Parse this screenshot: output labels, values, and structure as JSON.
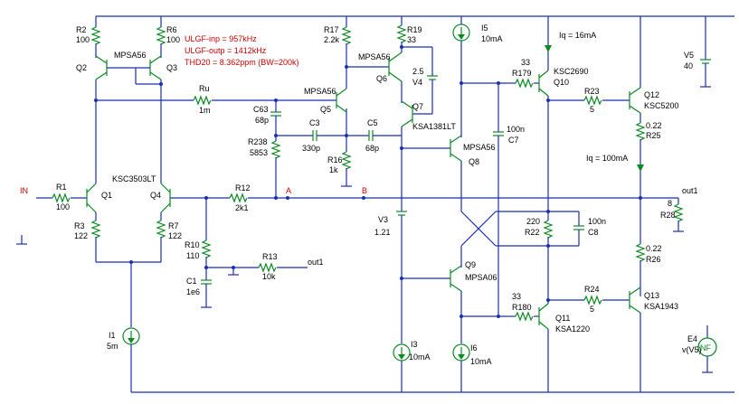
{
  "annotations": {
    "line1": "ULGF-inp = 957kHz",
    "line2": "ULGF-outp = 1412kHz",
    "line3": "THD20 = 8.362ppm (BW=200k)"
  },
  "nets": {
    "in": "IN",
    "a": "A",
    "b": "B",
    "out1_right": "out1",
    "out1_left": "out1"
  },
  "parts": {
    "R2": {
      "name": "R2",
      "value": "100"
    },
    "R6": {
      "name": "R6",
      "value": "100"
    },
    "Q2": {
      "name": "Q2"
    },
    "Q3": {
      "name": "Q3"
    },
    "Q2Q3_type": "MPSA56",
    "Ru": {
      "name": "Ru",
      "value": "1m"
    },
    "R17": {
      "name": "R17",
      "value": "2.2k"
    },
    "R19": {
      "name": "R19",
      "value": "33"
    },
    "I5": {
      "name": "I5",
      "value": "10mA"
    },
    "Iq16": "Iq = 16mA",
    "V5": {
      "name": "V5",
      "value": "40"
    },
    "Q6": {
      "name": "Q6",
      "type": "MPSA56"
    },
    "V4": {
      "name": "V4",
      "value": "2.5"
    },
    "Q5": {
      "name": "Q5",
      "type": "MPSA56"
    },
    "Q7": {
      "name": "Q7",
      "type": "KSA1381LT"
    },
    "C63": {
      "name": "C63",
      "value": "68p"
    },
    "R238": {
      "name": "R238",
      "value": "5853"
    },
    "C3": {
      "name": "C3",
      "value": "330p"
    },
    "C5": {
      "name": "C5",
      "value": "68p"
    },
    "R16": {
      "name": "R16",
      "value": "1k"
    },
    "Q8": {
      "name": "Q8",
      "type": "MPSA56"
    },
    "R179": {
      "name": "R179",
      "value": "33"
    },
    "Q10": {
      "name": "Q10",
      "type": "KSC2690"
    },
    "C7": {
      "name": "C7",
      "value": "100n"
    },
    "R23": {
      "name": "R23",
      "value": "5"
    },
    "Q12": {
      "name": "Q12",
      "type": "KSC5200"
    },
    "R25": {
      "name": "R25",
      "value": "0.22"
    },
    "Iq100": "Iq = 100mA",
    "R1": {
      "name": "R1",
      "value": "100"
    },
    "Q1": {
      "name": "Q1"
    },
    "Q1Q4_type": "KSC3503LT",
    "Q4": {
      "name": "Q4"
    },
    "R12": {
      "name": "R12",
      "value": "2k1"
    },
    "R28": {
      "name": "R28",
      "value": "8"
    },
    "R3": {
      "name": "R3",
      "value": "122"
    },
    "R7": {
      "name": "R7",
      "value": "122"
    },
    "V3": {
      "name": "V3",
      "value": "1.21"
    },
    "R22": {
      "name": "R22",
      "value": "220"
    },
    "C8": {
      "name": "C8",
      "value": "100n"
    },
    "R10": {
      "name": "R10",
      "value": "110"
    },
    "R13": {
      "name": "R13",
      "value": "10k"
    },
    "C1": {
      "name": "C1",
      "value": "1e6"
    },
    "R26": {
      "name": "R26",
      "value": "0.22"
    },
    "Q9": {
      "name": "Q9",
      "type": "MPSA06"
    },
    "R180": {
      "name": "R180",
      "value": "33"
    },
    "Q11": {
      "name": "Q11",
      "type": "KSA1220"
    },
    "R24": {
      "name": "R24",
      "value": "5"
    },
    "Q13": {
      "name": "Q13",
      "type": "KSA1943"
    },
    "I1": {
      "name": "I1",
      "value": "5m"
    },
    "I3": {
      "name": "I3",
      "value": "10mA"
    },
    "I6": {
      "name": "I6",
      "value": "10mA"
    },
    "E4": {
      "name": "E4",
      "value": "v(V5)",
      "symbol": "NF"
    }
  },
  "colors": {
    "wire": "#1a2fb0",
    "component": "#0a8a22",
    "annotation": "#cc0000",
    "net_label": "#cc0000"
  }
}
